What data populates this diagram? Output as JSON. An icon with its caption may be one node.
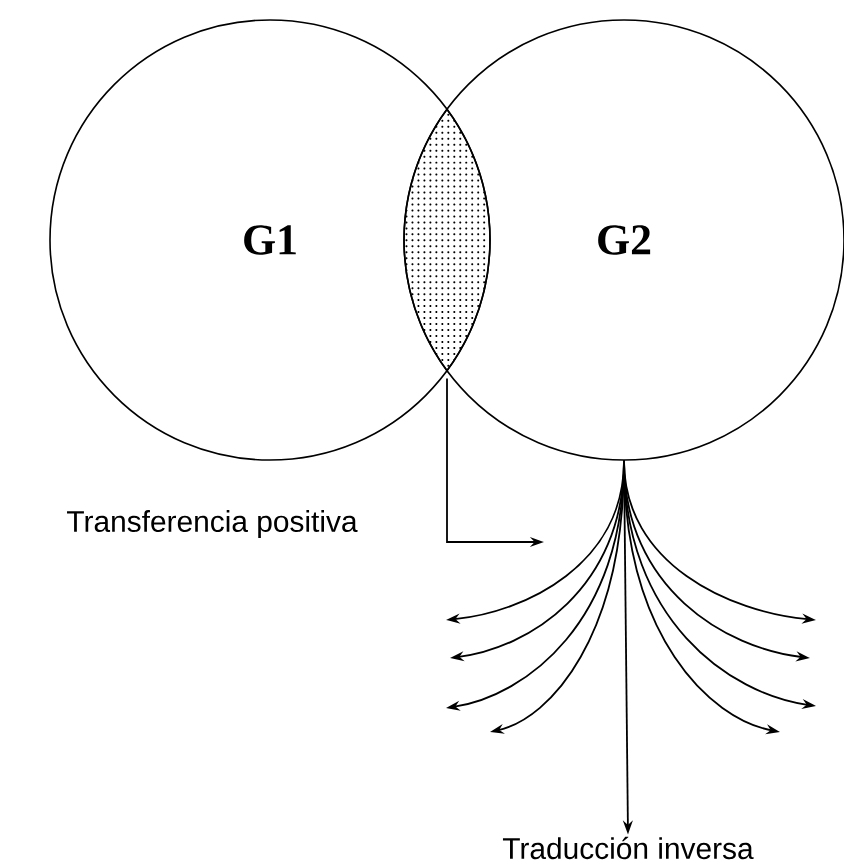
{
  "diagram": {
    "nodes": [
      {
        "text": [
          "G1"
        ]
      },
      {
        "text": [
          "G2"
        ]
      },
      {
        "text": [],
        "shape": "lens"
      },
      {
        "text": [
          "Traducción inversa"
        ]
      }
    ],
    "edges": [
      {
        "from": 2,
        "to": null,
        "arrow": "to"
      },
      {
        "from": 1,
        "to": null,
        "arrow": "to"
      },
      {
        "from": 1,
        "to": null,
        "arrow": "to"
      },
      {
        "from": 1,
        "to": null,
        "arrow": "to"
      },
      {
        "from": 1,
        "to": null,
        "arrow": "to"
      },
      {
        "from": 1,
        "to": null,
        "arrow": "to"
      },
      {
        "from": 1,
        "to": null,
        "arrow": "to"
      },
      {
        "from": 1,
        "to": null,
        "arrow": "to"
      },
      {
        "from": 1,
        "to": null,
        "arrow": "to"
      },
      {
        "from": 1,
        "to": 3,
        "arrow": "to"
      }
    ],
    "labels": [
      "Transferencia positiva"
    ]
  }
}
